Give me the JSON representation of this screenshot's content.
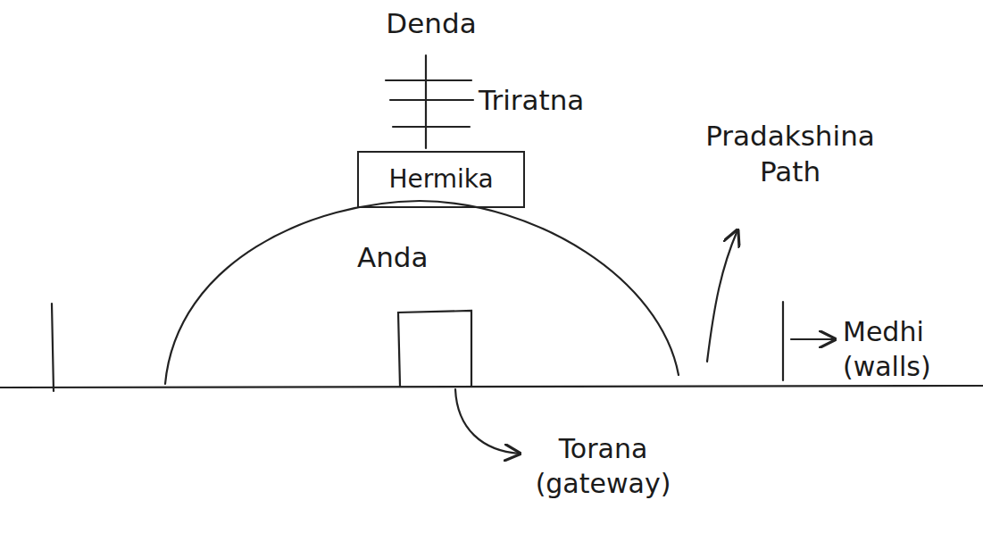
{
  "diagram": {
    "nodes": [
      {
        "text": [
          "Hermika"
        ]
      },
      {
        "text": [
          "Anda"
        ]
      }
    ],
    "labels": [
      "Denda",
      "Triratna",
      "Pradakshina Path",
      "Medhi (walls)",
      "Torana (gateway)"
    ]
  }
}
